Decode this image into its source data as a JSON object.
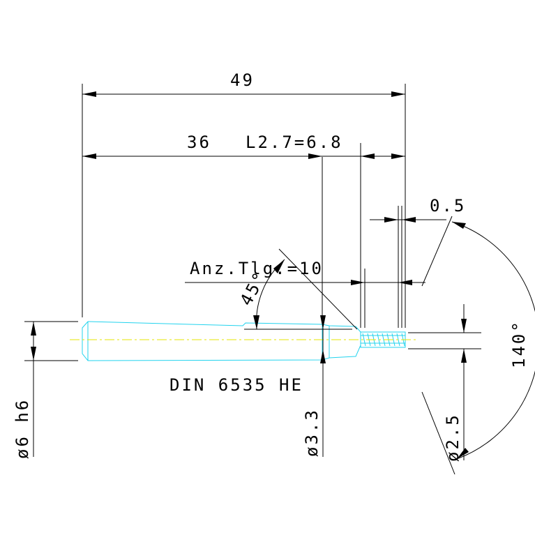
{
  "colors": {
    "background": "#ffffff",
    "dimension": "#000000",
    "part_outline": "#22d3ee",
    "center_line": "#e6e600"
  },
  "labels": {
    "overall_length": "49",
    "shank_length": "36",
    "thread_length": "L2.7=6.8",
    "chamfer_length": "0.5",
    "flute_count": "Anz.Tlg.=10",
    "chamfer_angle": "45°",
    "point_angle": "140°",
    "standard": "DIN 6535 HE",
    "shank_diameter": "ø6 h6",
    "neck_diameter": "ø3.3",
    "thread_diameter": "ø2.5"
  }
}
